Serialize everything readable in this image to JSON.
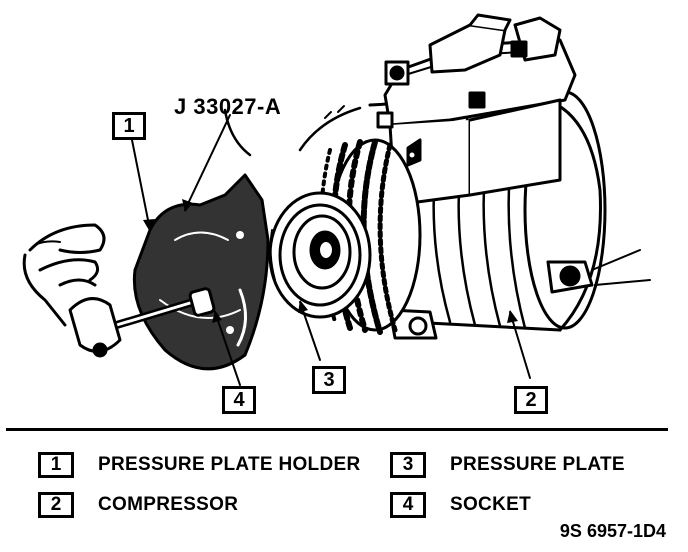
{
  "tool_label": "J 33027-A",
  "callouts": [
    "1",
    "2",
    "3",
    "4"
  ],
  "legend": [
    {
      "num": "1",
      "text": "PRESSURE PLATE HOLDER"
    },
    {
      "num": "2",
      "text": "COMPRESSOR"
    },
    {
      "num": "3",
      "text": "PRESSURE PLATE"
    },
    {
      "num": "4",
      "text": "SOCKET"
    }
  ],
  "figure_id": "9S 6957-1D4"
}
